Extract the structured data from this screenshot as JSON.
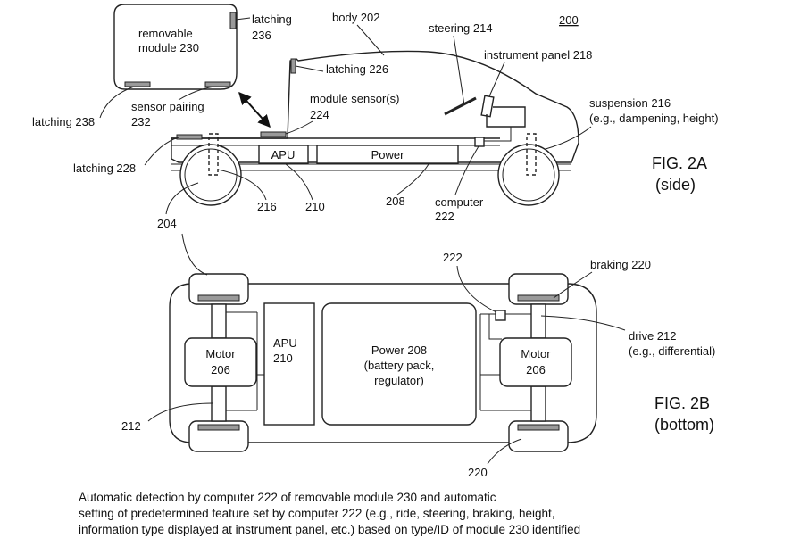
{
  "figure_number": "200",
  "fig2a": {
    "title": "FIG. 2A",
    "subtitle": "(side)",
    "labels": {
      "removable_module_l1": "removable",
      "removable_module_l2": "module 230",
      "latching_236_l1": "latching",
      "latching_236_l2": "236",
      "body": "body 202",
      "steering": "steering 214",
      "instrument_panel": "instrument panel 218",
      "latching_226": "latching 226",
      "module_sensor_l1": "module sensor(s)",
      "module_sensor_l2": "224",
      "sensor_pairing_l1": "sensor pairing",
      "sensor_pairing_l2": "232",
      "latching_238": "latching 238",
      "suspension_l1": "suspension 216",
      "suspension_l2": "(e.g., dampening, height)",
      "latching_228": "latching 228",
      "apu_box": "APU",
      "power_box": "Power",
      "ref_216": "216",
      "ref_210": "210",
      "ref_208": "208",
      "computer_l1": "computer",
      "computer_l2": "222",
      "ref_204": "204"
    }
  },
  "fig2b": {
    "title": "FIG. 2B",
    "subtitle": "(bottom)",
    "labels": {
      "ref_222": "222",
      "braking": "braking 220",
      "motor_left_l1": "Motor",
      "motor_left_l2": "206",
      "apu_l1": "APU",
      "apu_l2": "210",
      "power_l1": "Power 208",
      "power_l2": "(battery pack,",
      "power_l3": "regulator)",
      "motor_right_l1": "Motor",
      "motor_right_l2": "206",
      "drive_l1": "drive 212",
      "drive_l2": "(e.g., differential)",
      "ref_212": "212",
      "ref_220": "220"
    }
  },
  "caption": {
    "line1": "Automatic detection by computer 222 of removable module 230 and automatic",
    "line2": "setting of predetermined feature set by computer 222 (e.g., ride, steering, braking, height,",
    "line3": "information type displayed at instrument panel, etc.) based on type/ID of module 230 identified"
  }
}
